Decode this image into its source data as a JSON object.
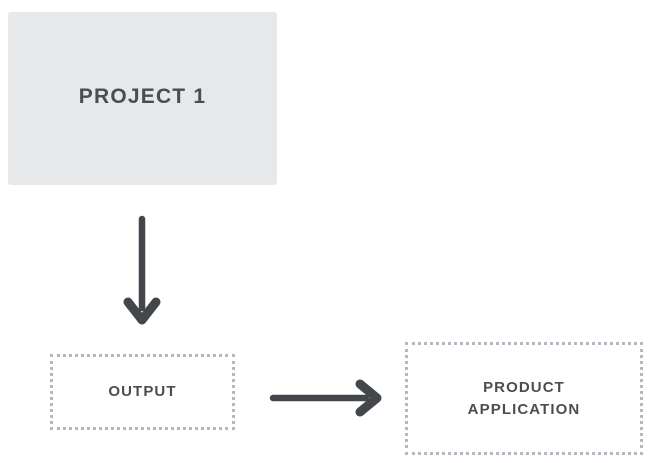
{
  "diagram": {
    "background_color": "#ffffff",
    "title": "",
    "nodes": [
      {
        "id": "project-1",
        "label": "PROJECT 1",
        "style": "filled",
        "fill_color": "#e7e8ea",
        "text_color": "#4a4d52"
      },
      {
        "id": "output",
        "label": "OUTPUT",
        "style": "dotted-outline",
        "border_color": "#b4b9c1",
        "text_color": "#4a4d52"
      },
      {
        "id": "product-application",
        "label_line_1": "PRODUCT",
        "label_line_2": "APPLICATION",
        "style": "dotted-outline",
        "border_color": "#b4b9c1",
        "text_color": "#4a4d52"
      }
    ],
    "connectors": [
      {
        "id": "project-1-to-output",
        "direction": "down",
        "color": "#43474c",
        "from": "project-1",
        "to": "output"
      },
      {
        "id": "output-to-product-application",
        "direction": "right",
        "color": "#43474c",
        "from": "output",
        "to": "product-application"
      }
    ]
  }
}
